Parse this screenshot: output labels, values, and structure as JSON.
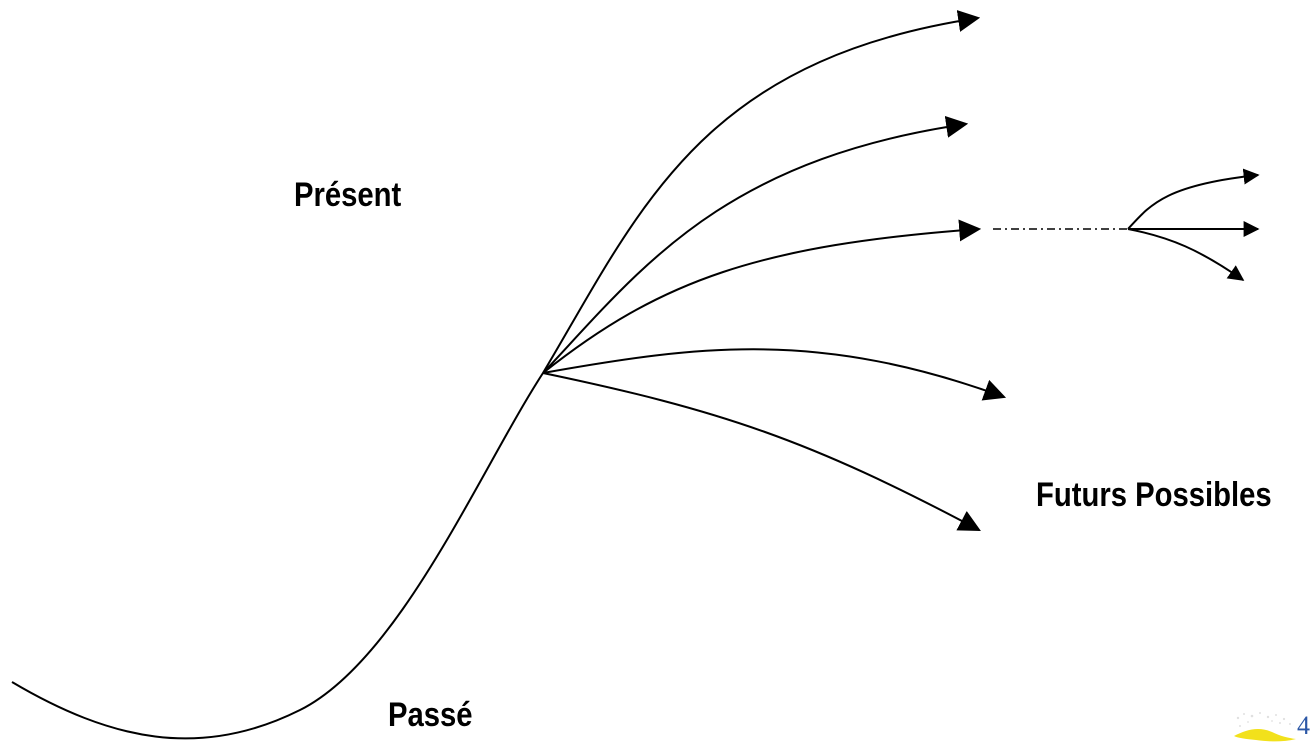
{
  "labels": {
    "present": "Présent",
    "futures": "Futurs Possibles",
    "past": "Passé"
  },
  "page_number": "4",
  "colors": {
    "line": "#000000",
    "page_number": "#2b57a6",
    "logo_yellow": "#f2e11b"
  },
  "logo_icon": "yellow-swoosh-logo-icon"
}
